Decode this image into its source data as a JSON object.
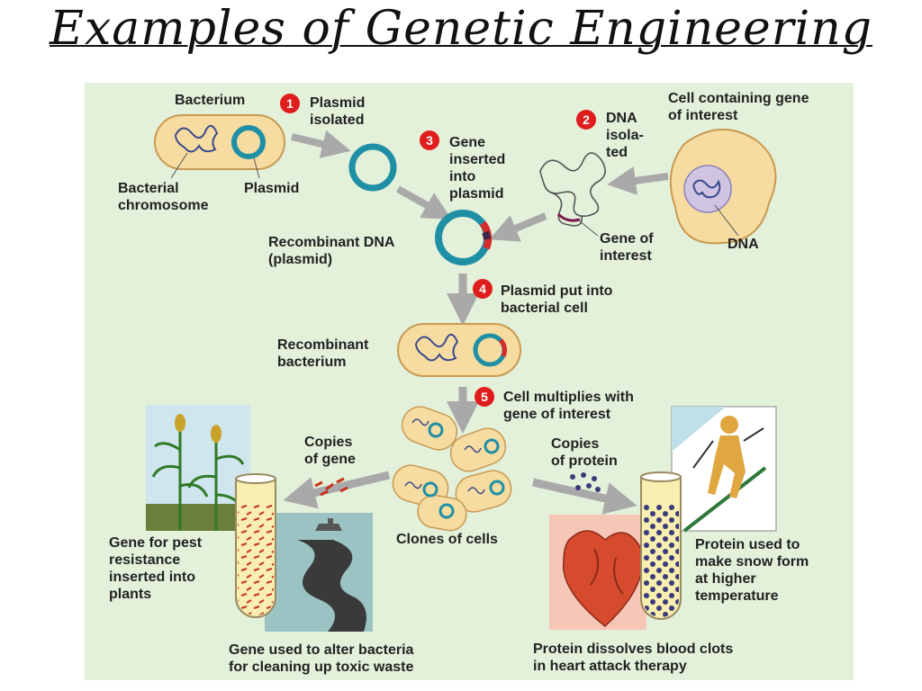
{
  "title": "Examples of Genetic Engineering",
  "steps": [
    {
      "number": "1",
      "label": "Plasmid\nisolated"
    },
    {
      "number": "2",
      "label": "DNA\nisola-\nted"
    },
    {
      "number": "3",
      "label": "Gene\ninserted\ninto\nplasmid"
    },
    {
      "number": "4",
      "label": "Plasmid put into\nbacterial cell"
    },
    {
      "number": "5",
      "label": "Cell multiplies with\ngene of interest"
    }
  ],
  "labels": {
    "bacterium": "Bacterium",
    "bacterial_chromosome": "Bacterial\nchromosome",
    "plasmid": "Plasmid",
    "cell_gene": "Cell containing gene\nof interest",
    "dna": "DNA",
    "gene_of_interest": "Gene of\ninterest",
    "recombinant_dna": "Recombinant DNA\n(plasmid)",
    "recombinant_bacterium": "Recombinant\nbacterium",
    "copies_gene": "Copies\nof gene",
    "copies_protein": "Copies\nof protein",
    "clones": "Clones of cells",
    "pest_resistance": "Gene for pest\nresistance\ninserted into\nplants",
    "toxic_waste": "Gene used to alter bacteria\nfor cleaning up toxic waste",
    "blood_clots": "Protein dissolves blood clots\nin heart attack therapy",
    "snow": "Protein used to\nmake snow form\nat higher\ntemperature"
  },
  "colors": {
    "panel": "#e3f0da",
    "cell_fill": "#f6dca0",
    "cell_stroke": "#c99a52",
    "plasmid": "#1f8fa6",
    "gene_red": "#d62c2c",
    "arrow": "#a9a9a9",
    "badge": "#e01d1d"
  }
}
